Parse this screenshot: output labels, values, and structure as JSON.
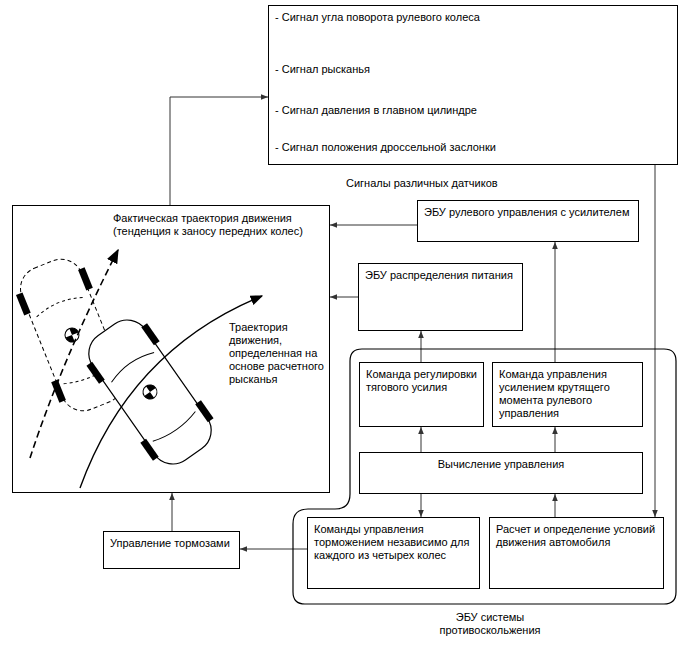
{
  "diagram": {
    "nodes": [
      {
        "text": [
          "- Сигнал угла поворота рулевого колеса",
          "- Сигнал рысканья",
          "- Сигнал давления в главном цилиндре",
          "- Сигнал положения дроссельной заслонки",
          "Сигналы различных датчиков"
        ]
      },
      {
        "text": [
          "Фактическая траектория движения (тенденция к заносу передних колес)",
          "Траектория движения, определенная на основе расчетного рысканья"
        ]
      },
      {
        "text": [
          "ЭБУ рулевого управления с усилителем"
        ]
      },
      {
        "text": [
          "ЭБУ распределения питания"
        ]
      },
      {
        "text": [
          "ЭБУ системы противоскольжения"
        ]
      },
      {
        "text": [
          "Команда регулировки тягового усилия"
        ],
        "in": 4
      },
      {
        "text": [
          "Команда управления усилением крутящего момента рулевого управления"
        ],
        "in": 4
      },
      {
        "text": [
          "Вычисление управления"
        ],
        "in": 4
      },
      {
        "text": [
          "Команды управления торможением независимо для каждого из четырех колес"
        ],
        "in": 4
      },
      {
        "text": [
          "Расчет и определение условий движения автомобиля"
        ],
        "in": 4
      },
      {
        "text": [
          "Управление тормозами"
        ]
      }
    ],
    "edges": [
      {
        "from": 1,
        "to": 0,
        "arrow": "to"
      },
      {
        "from": 0,
        "to": 9,
        "arrow": "to"
      },
      {
        "from": 9,
        "to": 7,
        "arrow": "to"
      },
      {
        "from": 7,
        "to": 5,
        "arrow": "to"
      },
      {
        "from": 7,
        "to": 6,
        "arrow": "to"
      },
      {
        "from": 7,
        "to": 8,
        "arrow": "to"
      },
      {
        "from": 5,
        "to": 3,
        "arrow": "to"
      },
      {
        "from": 6,
        "to": 2,
        "arrow": "to"
      },
      {
        "from": 2,
        "to": 1,
        "arrow": "to"
      },
      {
        "from": 3,
        "to": 1,
        "arrow": "to"
      },
      {
        "from": 8,
        "to": 10,
        "arrow": "to"
      },
      {
        "from": 10,
        "to": 1,
        "arrow": "to"
      }
    ]
  }
}
